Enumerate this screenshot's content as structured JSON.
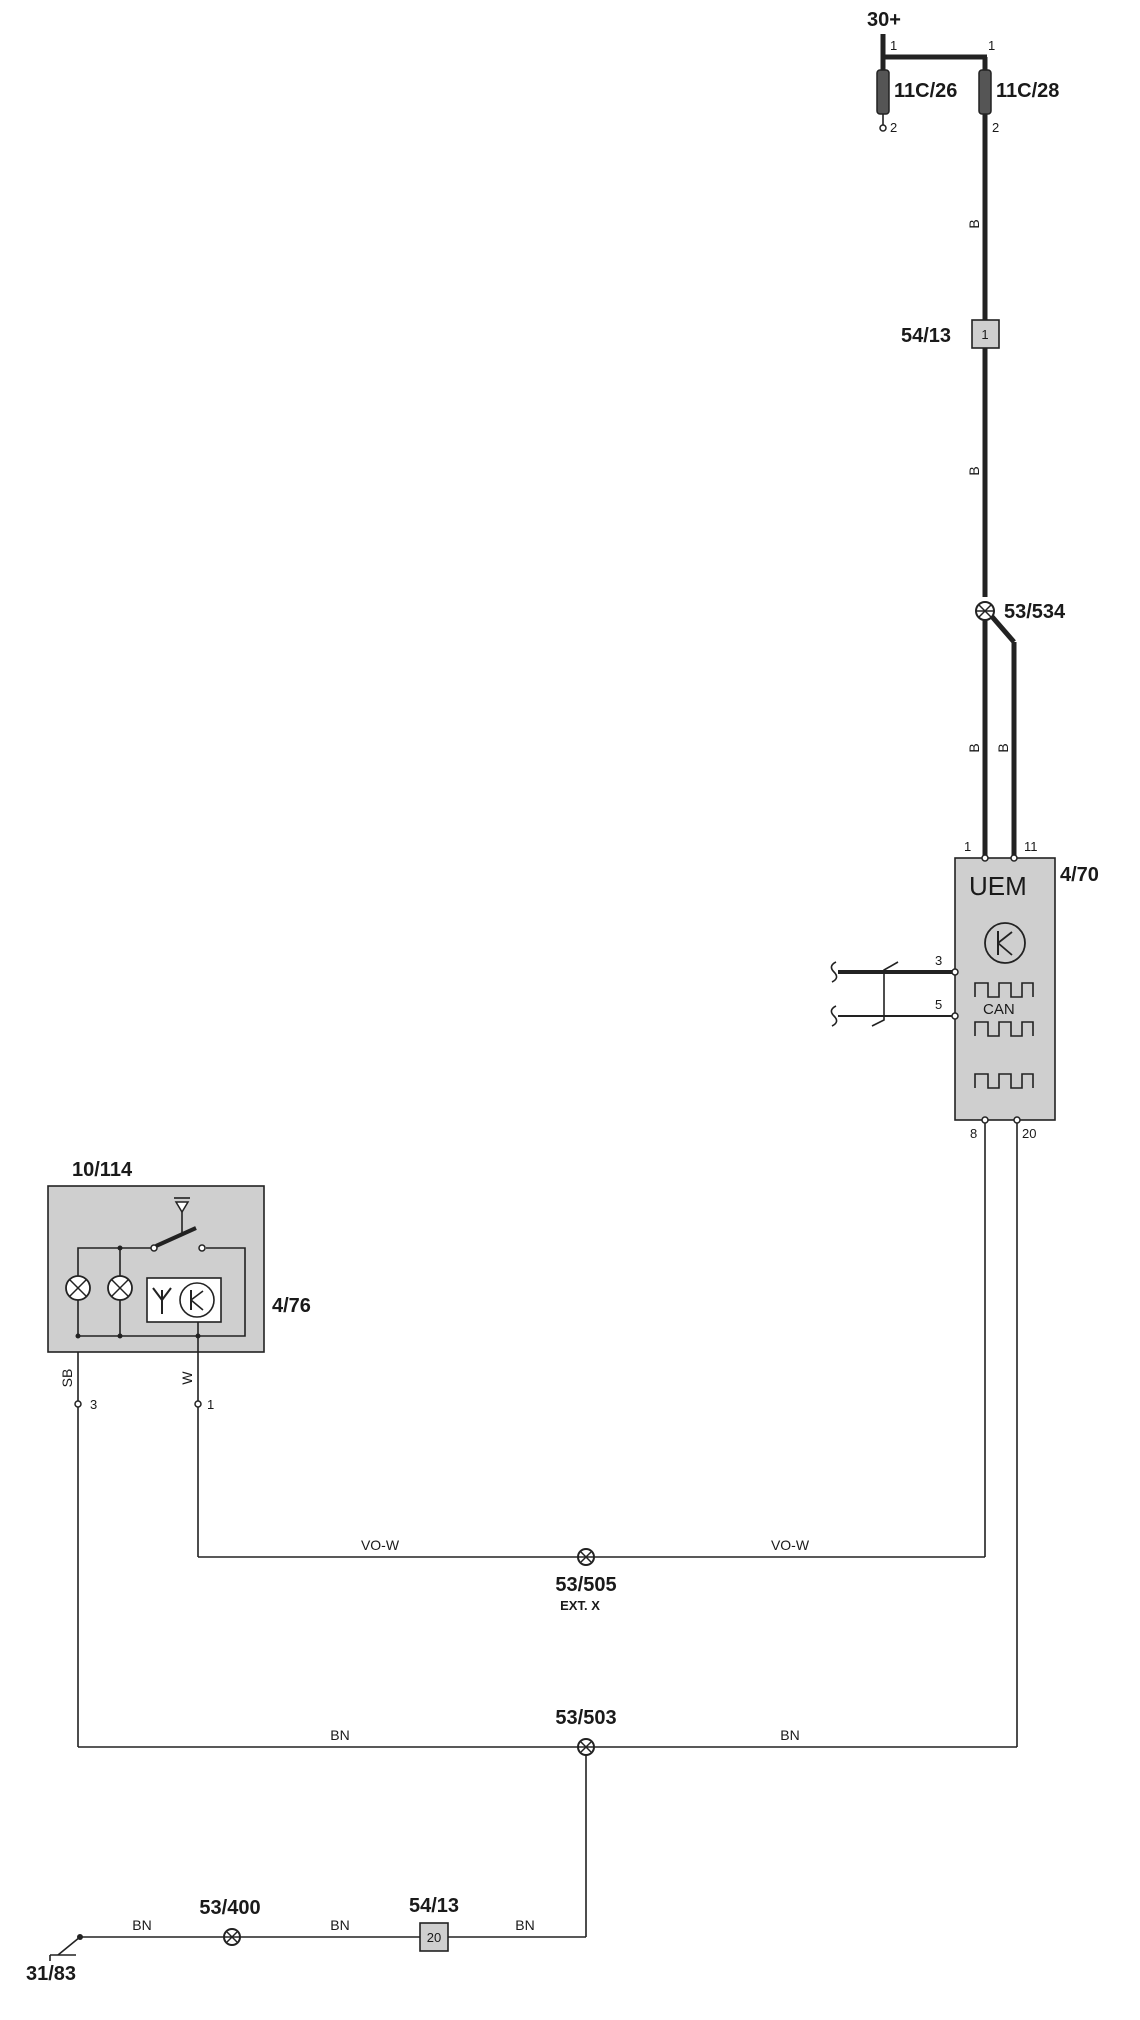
{
  "components": {
    "supply_label": "30+",
    "fuse_a": {
      "label": "11C/26",
      "pin_top": "1",
      "pin_bottom": "2"
    },
    "fuse_b": {
      "label": "11C/28",
      "pin_top": "1",
      "pin_bottom": "2"
    },
    "connector_top": {
      "label": "54/13",
      "pin": "1"
    },
    "splice_534": {
      "label": "53/534"
    },
    "uem": {
      "ref": "4/70",
      "title": "UEM",
      "can_label": "CAN",
      "pins": {
        "p1": "1",
        "p11": "11",
        "p3": "3",
        "p5": "5",
        "p8": "8",
        "p20": "20"
      }
    },
    "module_10_114": {
      "ref": "10/114",
      "sub_ref": "4/76",
      "pin_3": "3",
      "pin_1": "1"
    },
    "splice_505": {
      "label": "53/505",
      "sublabel": "EXT. X"
    },
    "splice_503": {
      "label": "53/503"
    },
    "splice_400": {
      "label": "53/400"
    },
    "connector_bottom": {
      "label": "54/13",
      "pin": "20"
    },
    "ground": {
      "label": "31/83"
    }
  },
  "wire_colors": {
    "b1": "B",
    "b2": "B",
    "b3": "B",
    "b4": "B",
    "sb": "SB",
    "w": "W",
    "vow_left": "VO-W",
    "vow_right": "VO-W",
    "bn_left": "BN",
    "bn_right": "BN",
    "bn_b1": "BN",
    "bn_b2": "BN",
    "bn_b3": "BN"
  }
}
